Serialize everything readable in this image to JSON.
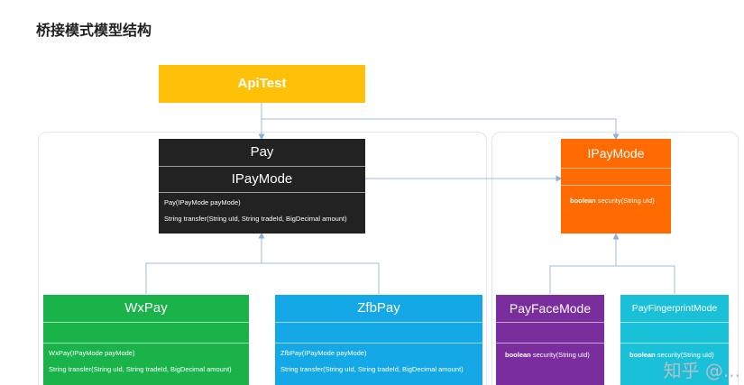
{
  "page_title": "桥接模式模型结构",
  "boxes": {
    "apitest": {
      "title": "ApiTest",
      "color": "#ffc107"
    },
    "pay": {
      "title": "Pay",
      "subtitle": "IPayMode",
      "methods": [
        "Pay(IPayMode payMode)",
        "String transfer(String uId, String tradeId, BigDecimal amount)"
      ],
      "color": "#222222"
    },
    "ipaymode": {
      "title": "IPayMode",
      "method_kw": "boolean",
      "method_rest": " security(String uId)",
      "color": "#ff6b00"
    },
    "wxpay": {
      "title": "WxPay",
      "methods": [
        "WxPay(IPayMode payMode)",
        "String transfer(String uId, String tradeId, BigDecimal amount)"
      ],
      "color": "#19b34a"
    },
    "zfbpay": {
      "title": "ZfbPay",
      "methods": [
        "ZfbPay(IPayMode payMode)",
        "String transfer(String uId, String tradeId, BigDecimal amount)"
      ],
      "color": "#14a9e6"
    },
    "payfacemode": {
      "title": "PayFaceMode",
      "method_kw": "boolean",
      "method_rest": " security(String uId)",
      "color": "#7a2d9c"
    },
    "payfingerprintmode": {
      "title": "PayFingerprintMode",
      "method_kw": "boolean",
      "method_rest": " security(String uId)",
      "color": "#1ac0d8"
    }
  },
  "watermark": "知乎 @..."
}
